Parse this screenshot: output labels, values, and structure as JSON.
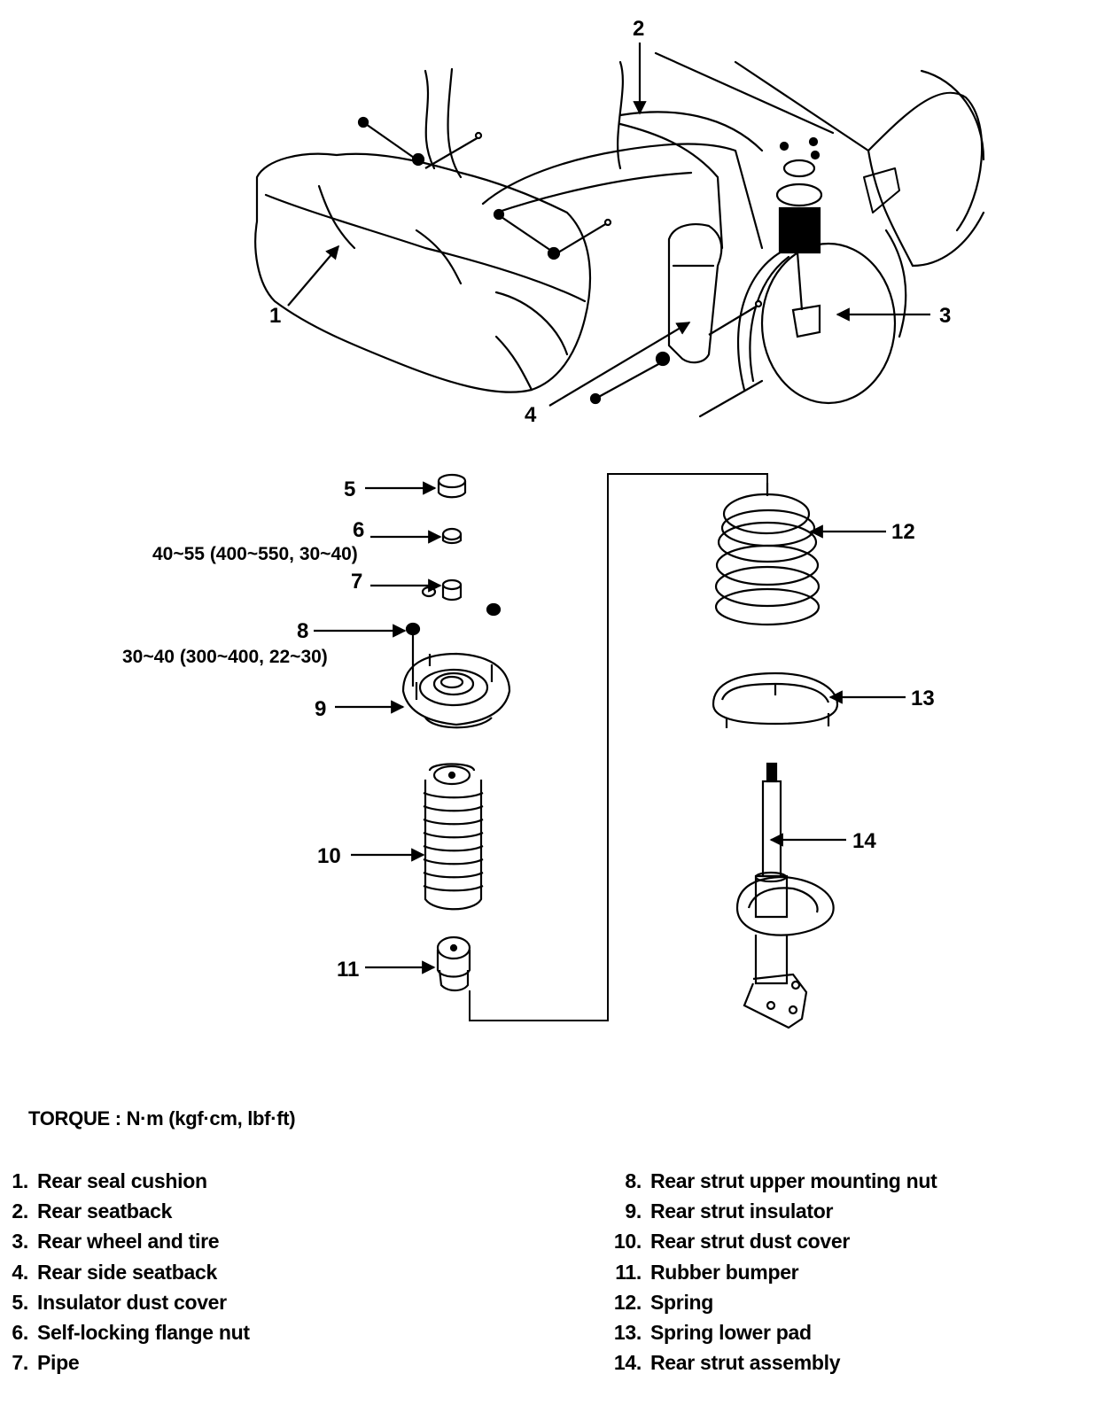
{
  "callouts": {
    "c1": "1",
    "c2": "2",
    "c3": "3",
    "c4": "4",
    "c5": "5",
    "c6": "6",
    "c7": "7",
    "c8": "8",
    "c9": "9",
    "c10": "10",
    "c11": "11",
    "c12": "12",
    "c13": "13",
    "c14": "14"
  },
  "torque_specs": {
    "self_locking_nut": "40~55 (400~550, 30~40)",
    "upper_mounting_nut": "30~40 (300~400, 22~30)"
  },
  "torque_unit_label": "TORQUE : N·m (kgf·cm, lbf·ft)",
  "legend": {
    "left": [
      {
        "num": "1.",
        "label": "Rear seal cushion"
      },
      {
        "num": "2.",
        "label": "Rear seatback"
      },
      {
        "num": "3.",
        "label": "Rear wheel and tire"
      },
      {
        "num": "4.",
        "label": "Rear side seatback"
      },
      {
        "num": "5.",
        "label": "Insulator dust cover"
      },
      {
        "num": "6.",
        "label": "Self-locking flange nut"
      },
      {
        "num": "7.",
        "label": "Pipe"
      }
    ],
    "right": [
      {
        "num": "8.",
        "label": "Rear strut upper mounting nut"
      },
      {
        "num": "9.",
        "label": "Rear strut insulator"
      },
      {
        "num": "10.",
        "label": "Rear strut dust cover"
      },
      {
        "num": "11.",
        "label": "Rubber bumper"
      },
      {
        "num": "12.",
        "label": "Spring"
      },
      {
        "num": "13.",
        "label": "Spring lower pad"
      },
      {
        "num": "14.",
        "label": "Rear strut assembly"
      }
    ]
  }
}
